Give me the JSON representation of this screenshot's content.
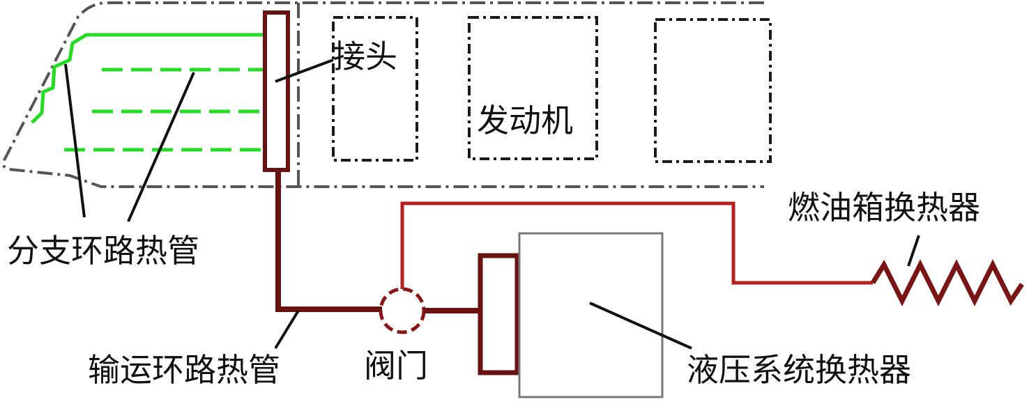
{
  "labels": {
    "connector": "接头",
    "engine": "发动机",
    "fuel_tank_exchanger": "燃油箱换热器",
    "branch_loop_heat_pipe": "分支环路热管",
    "transport_loop_heat_pipe": "输运环路热管",
    "valve": "阀门",
    "hydraulic_exchanger": "液压系统换热器"
  },
  "colors": {
    "fuselage_outline": "#555555",
    "branch_pipe": "#22dd22",
    "transport_pipe": "#6a1212",
    "fuel_loop": "#b81f1f",
    "valve": "#8a1515",
    "leader": "#111111",
    "text": "#111111"
  }
}
